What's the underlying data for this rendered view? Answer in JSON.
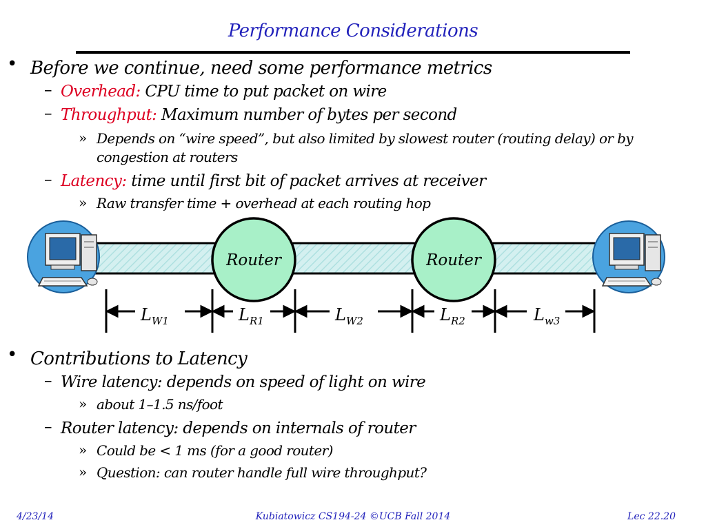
{
  "slide": {
    "title": "Performance Considerations"
  },
  "section1": {
    "bullet": "•",
    "heading": "Before we continue, need some performance metrics",
    "dash": "–",
    "raquo": "»",
    "overhead_term": "Overhead:",
    "overhead_text": "CPU time to put packet on wire",
    "throughput_term": "Throughput:",
    "throughput_text": "Maximum number of bytes per second",
    "throughput_sub_line1": "Depends on “wire speed”, but also limited by slowest router (routing delay) or by",
    "throughput_sub_line2": "congestion at routers",
    "latency_term": "Latency:",
    "latency_text": "time until first bit of packet arrives at receiver",
    "latency_sub": "Raw transfer time + overhead at each routing hop"
  },
  "diagram": {
    "router1_label": "Router",
    "router2_label": "Router",
    "segments": [
      {
        "main": "L",
        "sub": "W1"
      },
      {
        "main": "L",
        "sub": "R1"
      },
      {
        "main": "L",
        "sub": "W2"
      },
      {
        "main": "L",
        "sub": "R2"
      },
      {
        "main": "L",
        "sub": "w3"
      }
    ],
    "colors": {
      "wire_fill": "#cdeeee",
      "router_fill": "#a8f0c8",
      "computer_disc": "#4aa3e0"
    }
  },
  "section2": {
    "bullet": "•",
    "heading": "Contributions to Latency",
    "dash": "–",
    "raquo": "»",
    "wire_text": "Wire latency: depends on speed of light on wire",
    "wire_sub": "about 1–1.5 ns/foot",
    "router_text": "Router latency: depends on internals of router",
    "router_sub1": "Could be < 1 ms (for a good router)",
    "router_sub2": "Question: can router handle full wire throughput?"
  },
  "footer": {
    "date": "4/23/14",
    "course": "Kubiatowicz CS194-24 ©UCB Fall 2014",
    "lecture": "Lec 22.20"
  }
}
